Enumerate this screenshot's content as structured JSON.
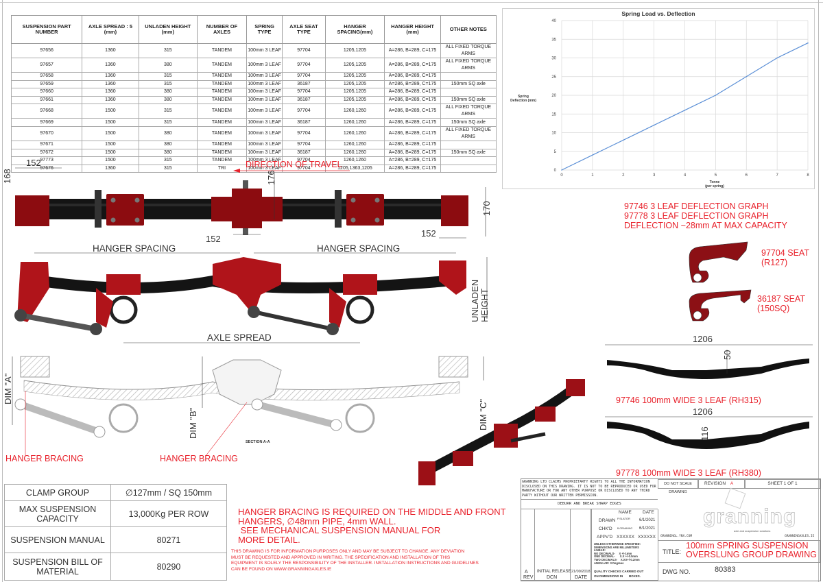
{
  "spec_table": {
    "headers": [
      "SUSPENSION PART NUMBER",
      "AXLE SPREAD : 5 (mm)",
      "UNLADEN HEIGHT (mm)",
      "NUMBER OF AXLES",
      "SPRING TYPE",
      "AXLE SEAT TYPE",
      "HANGER SPACING(mm)",
      "HANGER HEIGHT (mm)",
      "OTHER NOTES"
    ],
    "rows": [
      [
        "97656",
        "1360",
        "315",
        "TANDEM",
        "100mm 3 LEAF",
        "97704",
        "1205,1205",
        "A=286, B=289, C=175",
        "ALL FIXED TORQUE ARMS"
      ],
      [
        "97657",
        "1360",
        "380",
        "TANDEM",
        "100mm 3 LEAF",
        "97704",
        "1205,1205",
        "A=286, B=289, C=175",
        "ALL FIXED TORQUE ARMS"
      ],
      [
        "97658",
        "1360",
        "315",
        "TANDEM",
        "100mm 3 LEAF",
        "97704",
        "1205,1205",
        "A=286, B=289, C=175",
        ""
      ],
      [
        "97659",
        "1360",
        "315",
        "TANDEM",
        "100mm 3 LEAF",
        "36187",
        "1205,1205",
        "A=286, B=289, C=175",
        "150mm SQ axle"
      ],
      [
        "97660",
        "1360",
        "380",
        "TANDEM",
        "100mm 3 LEAF",
        "97704",
        "1205,1205",
        "A=286, B=289, C=175",
        ""
      ],
      [
        "97661",
        "1360",
        "380",
        "TANDEM",
        "100mm 3 LEAF",
        "36187",
        "1205,1205",
        "A=286, B=289, C=175",
        "150mm SQ axle"
      ],
      [
        "97668",
        "1500",
        "315",
        "TANDEM",
        "100mm 3 LEAF",
        "97704",
        "1260,1260",
        "A=286, B=289, C=175",
        "ALL FIXED TORQUE ARMS"
      ],
      [
        "97669",
        "1500",
        "315",
        "TANDEM",
        "100mm 3 LEAF",
        "36187",
        "1260,1260",
        "A=286, B=289, C=175",
        "150mm SQ axle"
      ],
      [
        "97670",
        "1500",
        "380",
        "TANDEM",
        "100mm 3 LEAF",
        "97704",
        "1260,1260",
        "A=286, B=289, C=175",
        "ALL FIXED TORQUE ARMS"
      ],
      [
        "97671",
        "1500",
        "380",
        "TANDEM",
        "100mm 3 LEAF",
        "97704",
        "1260,1260",
        "A=286, B=289, C=175",
        ""
      ],
      [
        "97672",
        "1500",
        "380",
        "TANDEM",
        "100mm 3 LEAF",
        "36187",
        "1260,1260",
        "A=286, B=289, C=175",
        "150mm SQ axle"
      ],
      [
        "97773",
        "1500",
        "315",
        "TANDEM",
        "100mm 3 LEAF",
        "97704",
        "1260,1260",
        "A=286, B=289, C=175",
        ""
      ],
      [
        "97676",
        "1360",
        "315",
        "TRI",
        "100mm 3 LEAF",
        "97704",
        "1205,1363,1205",
        "A=286, B=289, C=175",
        ""
      ]
    ]
  },
  "chart_data": {
    "type": "line",
    "title": "Spring Load vs. Deflection",
    "xlabel": "Tonne (per spring)",
    "xlabel_line1": "Tonne",
    "xlabel_line2": "(per spring)",
    "ylabel": "Spring Deflection (mm)",
    "ylabel_line1": "Spring",
    "ylabel_line2": "Deflection (mm)",
    "x": [
      0,
      1,
      2,
      3,
      4,
      5,
      6,
      7,
      8
    ],
    "series": [
      {
        "name": "Deflection",
        "values": [
          0,
          4,
          8,
          12,
          16,
          20,
          25,
          30,
          34
        ],
        "color": "#5b8fd6"
      }
    ],
    "xlim": [
      0,
      8
    ],
    "ylim": [
      0,
      40
    ],
    "xticks": [
      0,
      1,
      2,
      3,
      4,
      5,
      6,
      7,
      8
    ],
    "yticks": [
      0,
      5,
      10,
      15,
      20,
      25,
      30,
      35,
      40
    ],
    "grid": true,
    "legend": "none"
  },
  "top_view": {
    "direction_label": "DIRECTION OF TRAVEL",
    "dims": {
      "left_width": "152",
      "left_height": "168",
      "center_height": "176",
      "center_width": "152",
      "right_width": "152",
      "right_height": "170"
    },
    "hanger_spacing_left": "HANGER SPACING",
    "hanger_spacing_right": "HANGER SPACING"
  },
  "side_view": {
    "axle_spread": "AXLE SPREAD",
    "unladen_height": "UNLADEN HEIGHT",
    "unladen_line1": "UNLADEN",
    "unladen_line2": "HEIGHT"
  },
  "section_view": {
    "dim_a": "DIM \"A\"",
    "dim_b": "DIM \"B\"",
    "dim_c": "DIM \"C\"",
    "section_label": "SECTION A-A",
    "bracing_left": "HANGER BRACING",
    "bracing_center": "HANGER BRACING"
  },
  "deflection_notes": [
    "97746 3 LEAF DEFLECTION GRAPH",
    "97778 3 LEAF DEFLECTION GRAPH",
    "DEFLECTION ~28mm AT MAX CAPACITY"
  ],
  "seats": [
    {
      "line1": "97704 SEAT",
      "line2": "(R127)"
    },
    {
      "line1": "36187 SEAT",
      "line2": "(150SQ)"
    }
  ],
  "springs": [
    {
      "length": "1206",
      "height": "50",
      "label": "97746 100mm WIDE 3 LEAF (RH315)"
    },
    {
      "length": "1206",
      "height": "116",
      "label": "97778 100mm WIDE 3 LEAF (RH380)"
    }
  ],
  "info_table": [
    {
      "label": "CLAMP GROUP",
      "value": "∅127mm / SQ 150mm"
    },
    {
      "label": "MAX SUSPENSION CAPACITY",
      "value": "13,000Kg PER ROW"
    },
    {
      "label": "SUSPENSION MANUAL",
      "value": "80271"
    },
    {
      "label": "SUSPENSION BILL OF MATERIAL",
      "value": "80290"
    }
  ],
  "bracing_note": [
    "HANGER BRACING IS REQUIRED ON THE MIDDLE AND FRONT",
    "HANGERS, ∅48mm PIPE, 4mm WALL.",
    " SEE MECHANICAL SUSPENSION MANUAL FOR",
    "MORE DETAIL."
  ],
  "disclaimer": [
    "THIS DRAWING IS FOR INFORMATION PURPOSES ONLY AND MAY BE SUBJECT TO CHANGE. ANY DEVIATION",
    "MUST BE REQUESTED AND APPROVED IN WRITING. THE SPECIFICATION AND INSTALLATION OF THIS",
    "EQUIPMENT IS SOLELY THE RESPONSIBILITY OF THE INSTALLER. INSTALLATION INSTRUCTIONS AND GUIDELINES",
    "CAN BE FOUND ON WWW.GRANNINGAXLES.IE"
  ],
  "title_block": {
    "proprietary": [
      "GRANNING LTD CLAIMS PROPRIETARTY    RIGHTS TO ALL THE INFORMATION",
      "DISCLOSED ON THIS DRAWING. IT IS NOT TO BE REPRODUCED OR USED FOR",
      "MANUFACTURE OR FOR ANY OTHER PURPOSE OR DISCLOSED TO ANY THIRD",
      "PARTY WITHOUT OUR WRITTEN  PERMISSION."
    ],
    "deburr": "DEBURR AND BREAK SHARP EDGES",
    "name_header": "NAME",
    "date_header": "DATE",
    "drawn_label": "DRAWN",
    "drawn_name": "P.SLATOR",
    "drawn_date": "6/1/2021",
    "chkd_label": "CHK'D",
    "chkd_name": "B.GRANNING",
    "chkd_date": "6/1/2021",
    "appvd_label": "APPV'D",
    "appvd_name": "XXXXXX",
    "appvd_date": "XXXXXX",
    "tolerances": [
      "UNLESS OTHERWISE SPECIFIED:",
      "DIMENSIONS ARE MILLIMETERS",
      "LINEAR:",
      "NO DECIMALS-     X +/-1mm",
      "ONE DECIMAL-      X.X +/-0.5mm",
      "TWO DECIMALS-    X.XX+/-0.2mm",
      "ANGULAR: 3 Degrees"
    ],
    "quality": [
      "QUALITY CHECKS CARRIED OUT",
      "ON DIMENSIONS IN       BOXES."
    ],
    "rev_value": "A",
    "dcn_value": "INITIAL RELEASE",
    "date_value": "21/09/2018",
    "rev_header": "REV",
    "dcn_header": "DCN",
    "date_col_header": "DATE",
    "do_not_scale": "DO NOT SCALE DRAWING",
    "revision_label": "REVISION",
    "revision_value": "A",
    "sheet": "SHEET 1 OF 1",
    "logo_text": "granning",
    "logo_tagline": "axle and suspension solutions",
    "website_left": "GRANNINGL.YNX.COM",
    "website_right": "GRANNINGAXLES.IE",
    "title_label": "TITLE:",
    "title_line1": "100mm SPRING SUSPENSION",
    "title_line2": "OVERSLUNG GROUP DRAWING",
    "dwg_label": "DWG NO.",
    "dwg_no": "80383"
  }
}
